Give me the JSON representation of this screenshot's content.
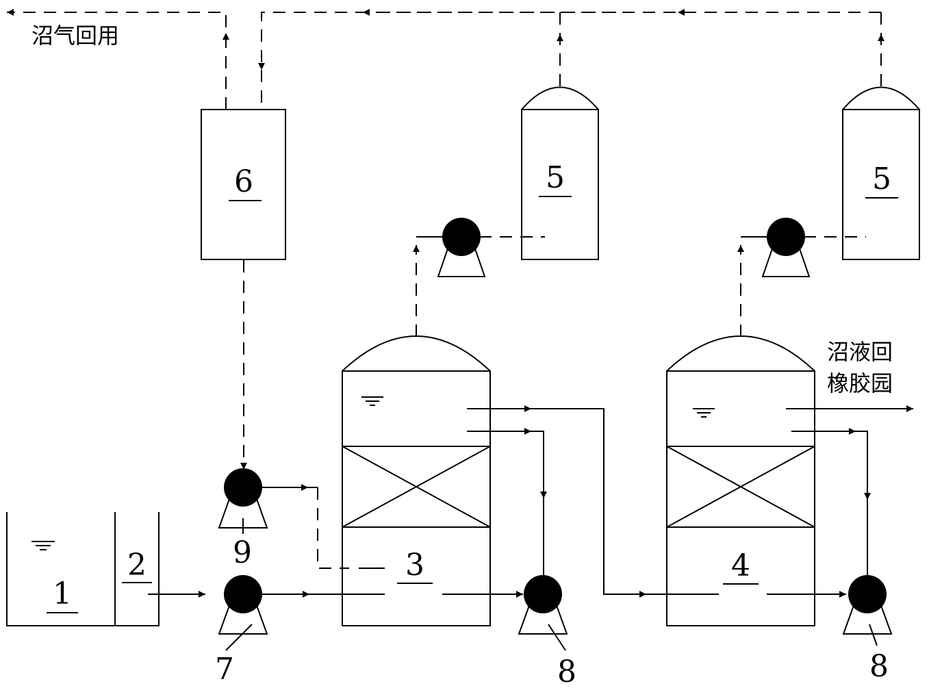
{
  "labels": {
    "sump_1": "1",
    "sump_2": "2",
    "reactor_3": "3",
    "reactor_4": "4",
    "gas_holder_a": "5",
    "gas_holder_b": "5",
    "gas_unit_6": "6",
    "pump_7": "7",
    "pump_8a": "8",
    "pump_8b": "8",
    "pump_9": "9"
  },
  "annotations": {
    "biogas_reuse": "沼气回用",
    "slurry_line1": "沼液回",
    "slurry_line2": "橡胶园"
  }
}
